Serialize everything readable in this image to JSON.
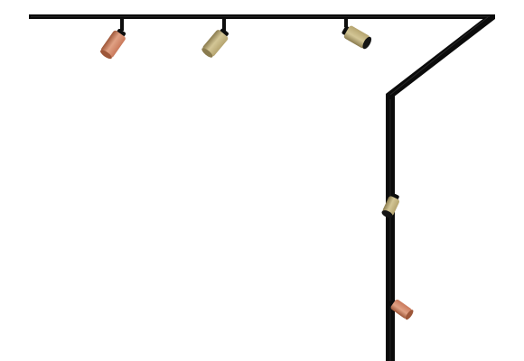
{
  "scene": {
    "background": "#ffffff",
    "track_color": "#0b0b0b",
    "track_edge_color": "#2a2a2a",
    "colors": {
      "copper": "#c9785a",
      "copper_shade": "#9d5638",
      "copper_light": "#e0a184",
      "brass": "#b5a46f",
      "brass_shade": "#8a7b4e",
      "brass_light": "#d3c696",
      "lens": "#151515",
      "mount": "#0d0d0d"
    },
    "spotlights": [
      {
        "id": "spot-1",
        "finish": "copper",
        "track": "horizontal",
        "aim": "down-left"
      },
      {
        "id": "spot-2",
        "finish": "brass",
        "track": "horizontal",
        "aim": "down-left"
      },
      {
        "id": "spot-3",
        "finish": "brass",
        "track": "horizontal",
        "aim": "down-right"
      },
      {
        "id": "spot-4",
        "finish": "brass",
        "track": "vertical",
        "aim": "down-left"
      },
      {
        "id": "spot-5",
        "finish": "copper",
        "track": "vertical",
        "aim": "down-right"
      }
    ]
  }
}
